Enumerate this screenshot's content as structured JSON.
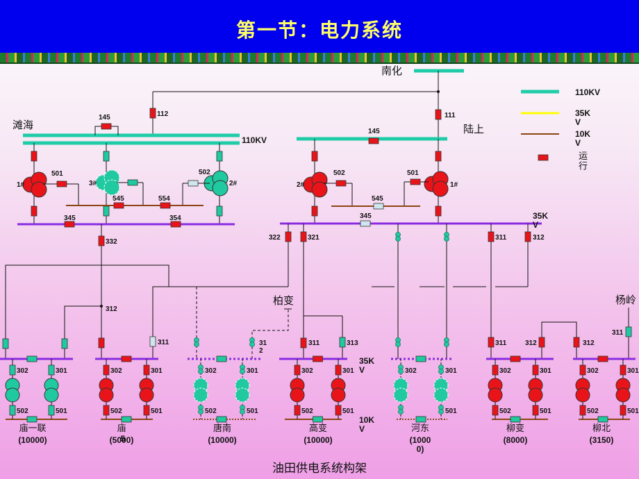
{
  "title": "第一节：电力系统",
  "caption": "油田供电系统构架",
  "colors": {
    "bus_110kv": "#1fcca8",
    "bus_35kv": "#ffff00",
    "bus_10kv": "#8b4513",
    "breaker_running": "#e8141a",
    "breaker_standby": "#20c9a0",
    "transformer_red": "#e8141a",
    "transformer_teal": "#20c9a0"
  },
  "stations": {
    "nanhua": "南化",
    "tanhai": "滩海",
    "lushang": "陆上",
    "baibian": "柏变",
    "yangling": "杨岭"
  },
  "bus_labels": {
    "kv110_left": "110KV",
    "kv35_right": "35K\nV",
    "kv35_mid": "35K\nV",
    "kv10_mid": "10K\nV"
  },
  "legend": {
    "kv110": "110KV",
    "kv35": "35K\nV",
    "kv10": "10K\nV",
    "running": "运\n行"
  },
  "tags": {
    "b112": "112",
    "b111": "111",
    "b145_l": "145",
    "b145_r": "145",
    "b501_l": "501",
    "b502_l": "502",
    "b545_l": "545",
    "b554": "554",
    "b345_l": "345",
    "b354": "354",
    "b332": "332",
    "b502_r": "502",
    "b501_r": "501",
    "b545_r": "545",
    "b345_r": "345",
    "b322": "322",
    "b321": "321",
    "b311_a": "311",
    "b312_a": "312",
    "b312_junc": "312",
    "b311_miao": "311",
    "b31_2": "31\n2",
    "b311_gao": "311",
    "b313": "313",
    "b311_liu": "311",
    "b312_liu": "312",
    "b312_liubei": "312",
    "b311_yang": "311",
    "t1_l": "1#",
    "t3_l": "3#",
    "t2_l": "2#",
    "t2_r": "2#",
    "t1_r": "1#"
  },
  "substations": [
    {
      "name": "庙一联",
      "capacity": "(10000)",
      "b302": "302",
      "b301": "301",
      "b502": "502",
      "b501": "501"
    },
    {
      "name": "庙",
      "capacity": "(5000)",
      "overlay": "5",
      "b302": "302",
      "b301": "301",
      "b502": "502",
      "b501": "501"
    },
    {
      "name": "唐南",
      "capacity": "(10000)",
      "b302": "302",
      "b301": "301",
      "b502": "502",
      "b501": "501"
    },
    {
      "name": "高变",
      "capacity": "(10000)",
      "b302": "302",
      "b301": "301",
      "b502": "502",
      "b501": "501"
    },
    {
      "name": "河东",
      "capacity": "(1000\n0)",
      "b302": "302",
      "b301": "301",
      "b502": "",
      "b501": "501"
    },
    {
      "name": "柳变",
      "capacity": "(8000)",
      "b302": "302",
      "b301": "301",
      "b502": "502",
      "b501": "501"
    },
    {
      "name": "柳北",
      "capacity": "(3150)",
      "b302": "302",
      "b301": "301",
      "b502": "502",
      "b501": "501"
    }
  ]
}
